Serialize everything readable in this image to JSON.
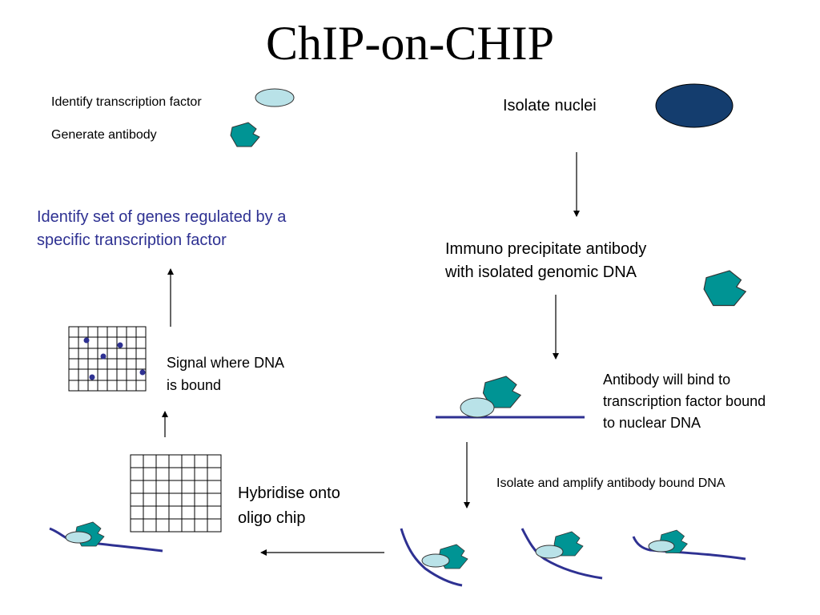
{
  "title": "ChIP-on-CHIP",
  "steps": {
    "identify_tf": "Identify transcription factor",
    "generate_antibody": "Generate antibody",
    "isolate_nuclei": "Isolate nuclei",
    "immuno_precipitate": [
      "Immuno precipitate antibody",
      "with isolated genomic DNA"
    ],
    "antibody_bind": [
      "Antibody will bind to",
      "transcription factor bound",
      "to nuclear DNA"
    ],
    "isolate_amplify": "Isolate and amplify antibody bound DNA",
    "hybridise": [
      "Hybridise onto",
      "oligo chip"
    ],
    "signal": [
      "Signal where DNA",
      "is bound"
    ],
    "goal": [
      "Identify set of genes regulated by a",
      "specific transcription factor"
    ]
  },
  "colors": {
    "tf_fill": "#b9e2e8",
    "antibody_fill": "#009494",
    "nucleus_fill": "#143d6e",
    "dna_line": "#2e3192",
    "dot": "#2e3192",
    "goal_text": "#2e3192"
  }
}
